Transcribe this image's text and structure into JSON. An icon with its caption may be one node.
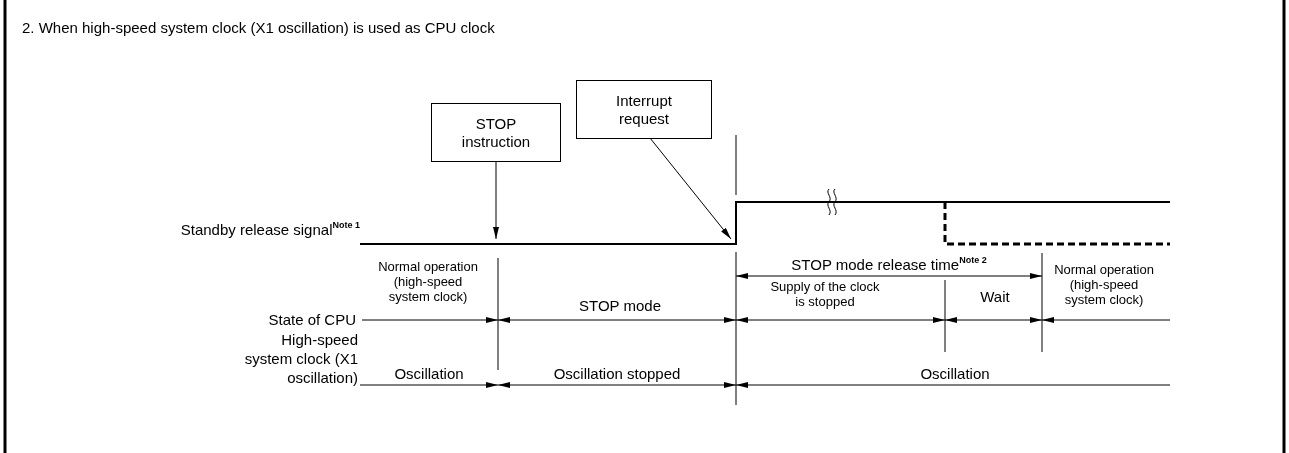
{
  "diagram": {
    "title": "2. When high-speed system clock (X1 oscillation) is used as CPU clock",
    "nodes": [
      {
        "text": [
          "STOP instruction"
        ]
      },
      {
        "text": [
          "Interrupt request"
        ]
      },
      {
        "text": [],
        "shape": "line"
      }
    ],
    "edges": [
      {
        "from": 0,
        "to": 2,
        "arrow": "to"
      },
      {
        "from": 1,
        "to": 2,
        "arrow": "to"
      }
    ],
    "labels": [
      "Standby release signal$^{Note 1}$",
      "Normal operation (high-speed system clock)",
      "STOP mode release time$^{Note 2}$",
      "Normal operation (high-speed system clock)",
      "STOP mode",
      "State of CPU",
      "Supply of the clock is stopped",
      "Wait",
      "High-speed system clock (X1 oscillation)",
      "Oscillation",
      "Oscillation stopped",
      "Oscillation"
    ]
  }
}
